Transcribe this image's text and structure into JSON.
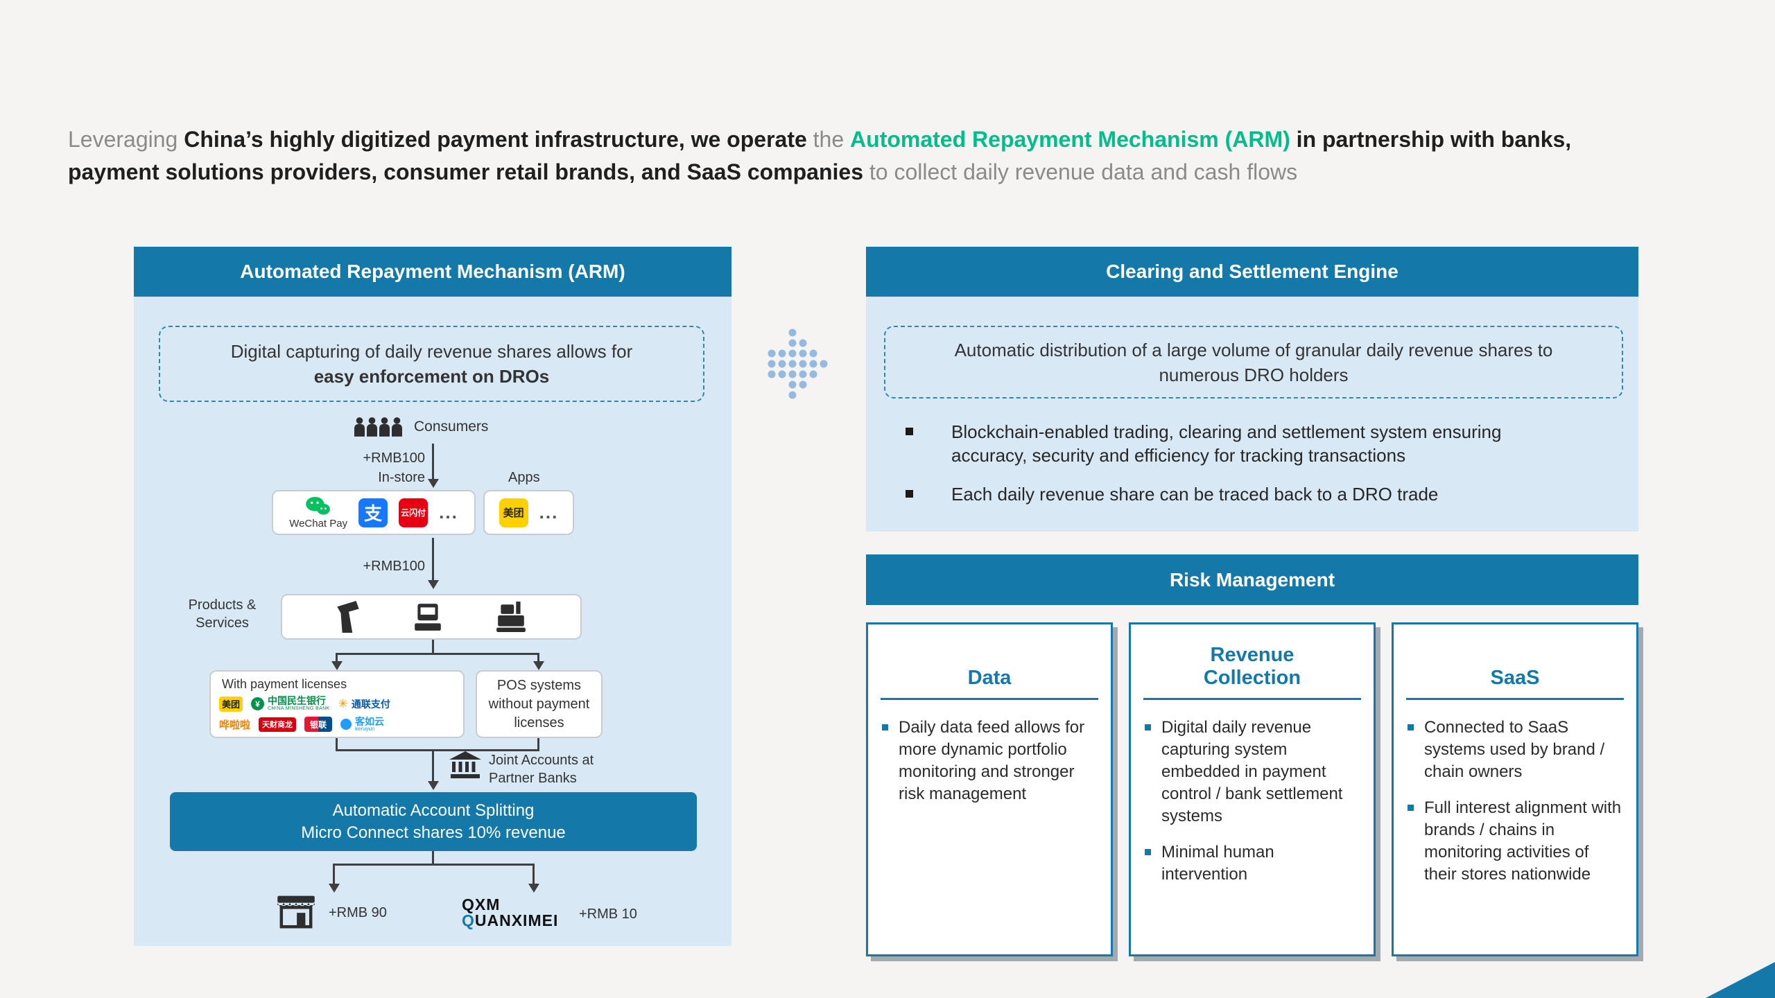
{
  "headline": {
    "segments": [
      {
        "text": "Leveraging "
      },
      {
        "text": "China’s highly digitized payment infrastructure, we operate "
      },
      {
        "text": "the "
      },
      {
        "text": "Automated Repayment Mechanism (ARM) "
      },
      {
        "text": "in partnership with banks, payment solutions providers, consumer retail brands, and SaaS companies "
      },
      {
        "text": "to collect daily revenue data and cash flows"
      }
    ]
  },
  "arm_panel": {
    "title": "Automated Repayment Mechanism (ARM)",
    "callout": {
      "line1": "Digital capturing of daily revenue shares allows for",
      "line2": "easy enforcement on DROs"
    },
    "flow": {
      "consumers_label": "Consumers",
      "amount_in": "+RMB100",
      "instore_label": "In-store",
      "apps_label": "Apps",
      "wechat_label": "WeChat Pay",
      "alipay_glyph": "支",
      "quickpass_label": "云闪付",
      "ellipsis_1": "...",
      "meituan_label": "美团",
      "ellipsis_2": "...",
      "amount_through": "+RMB100",
      "products_services_label": "Products &\nServices",
      "joint_accounts_label": "Joint Accounts at\nPartner Banks",
      "split_line1": "Automatic Account Splitting",
      "split_line2": "Micro Connect shares 10% revenue",
      "merchant_amount": "+RMB 90",
      "mc_amount": "+RMB 10",
      "qxm_top": "QXM",
      "qxm_q": "Q",
      "qxm_rest": "UANXIMEI"
    },
    "licensed_box": {
      "title": "With payment licenses",
      "logos": {
        "meituan": "美团",
        "minsheng": "中国民生银行",
        "minsheng_sub": "CHINA MINSHENG BANK",
        "minsheng_glyph": "¥",
        "allinpay": "通联支付",
        "allinpay_glyph": "✳",
        "hualala": "哗啦啦",
        "tiancai": "天财商龙",
        "unionpay": "银联",
        "keruyun": "客如云",
        "keruyun_sub": "keruyun"
      }
    },
    "unlicensed_box": {
      "text": "POS systems\nwithout payment\nlicenses"
    }
  },
  "clearing_panel": {
    "title": "Clearing and Settlement Engine",
    "callout": "Automatic distribution of a large volume of granular daily revenue shares to numerous DRO holders",
    "bullets": [
      "Blockchain-enabled trading, clearing and settlement system ensuring accuracy, security and efficiency for tracking transactions",
      "Each daily revenue share can be traced back to a DRO trade"
    ]
  },
  "risk_panel": {
    "title": "Risk Management",
    "cards": [
      {
        "title": "Data",
        "bullets": [
          "Daily data feed allows for more dynamic portfolio monitoring and stronger risk management"
        ]
      },
      {
        "title": "Revenue\nCollection",
        "bullets": [
          "Digital daily revenue capturing system embedded in payment control / bank settlement systems",
          "Minimal human intervention"
        ]
      },
      {
        "title": "SaaS",
        "bullets": [
          "Connected to SaaS systems used by brand / chain owners",
          "Full interest alignment with brands / chains in monitoring activities of their stores nationwide"
        ]
      }
    ]
  },
  "colors": {
    "accent_green": "#00BE8C",
    "header_blue": "#1478A9",
    "panel_light_blue": "#D8E9F5"
  }
}
